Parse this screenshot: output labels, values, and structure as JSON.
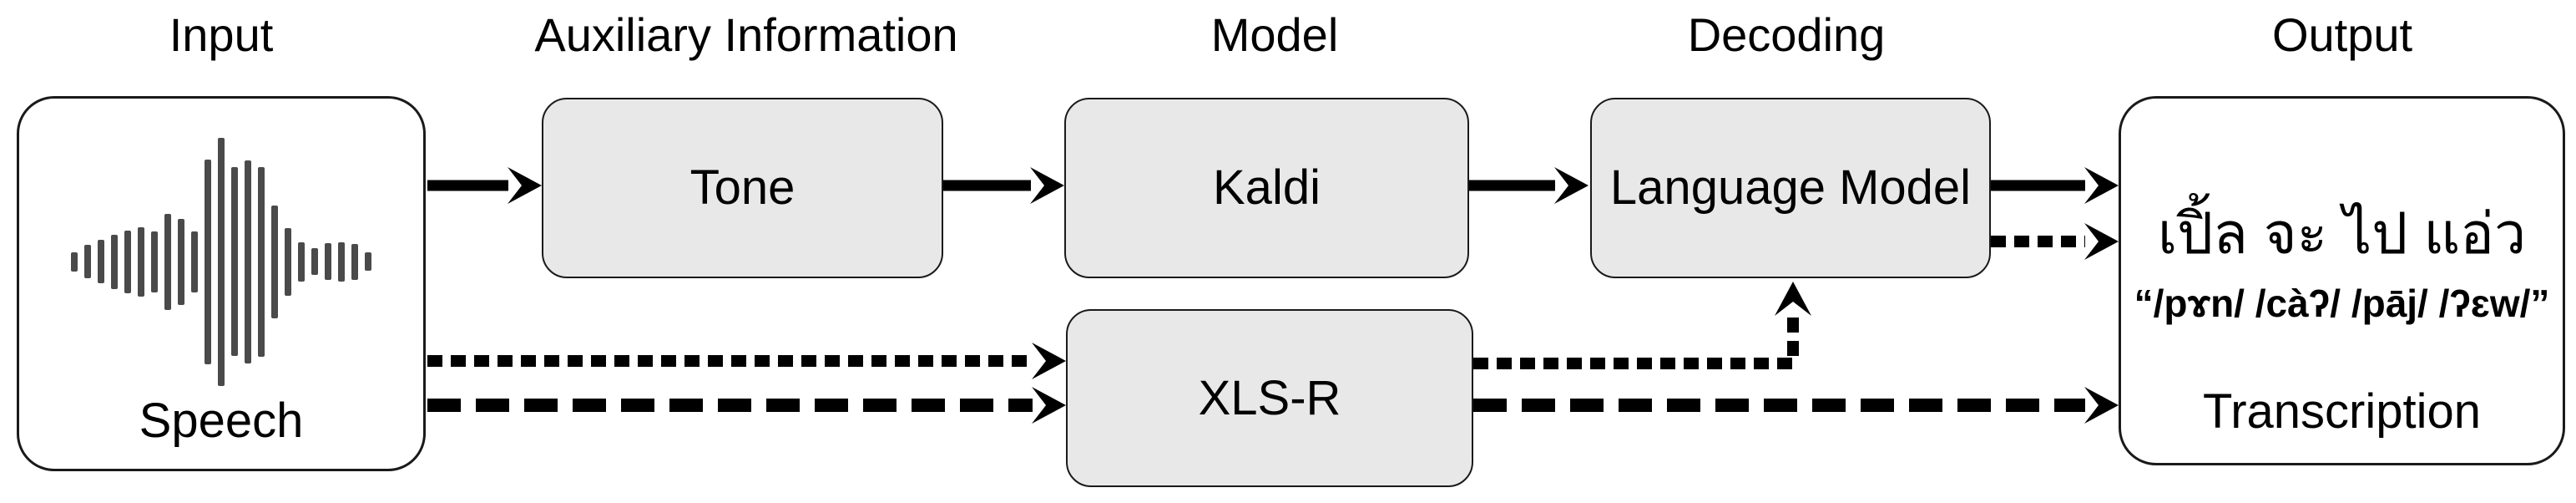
{
  "headings": [
    {
      "id": "input",
      "label": "Input"
    },
    {
      "id": "auxiliary-information",
      "label": "Auxiliary Information"
    },
    {
      "id": "model",
      "label": "Model"
    },
    {
      "id": "decoding",
      "label": "Decoding"
    },
    {
      "id": "output",
      "label": "Output"
    }
  ],
  "nodes": {
    "speech": {
      "label": "Speech",
      "icon": "waveform-icon"
    },
    "tone": {
      "label": "Tone"
    },
    "kaldi": {
      "label": "Kaldi"
    },
    "language_model": {
      "label": "Language Model"
    },
    "xlsr": {
      "label": "XLS-R"
    },
    "output": {
      "thai_text": "เปิ้ล จะ ไป แอ่ว",
      "ipa_text": "“/pɤn/ /càʔ/ /pāj/ /ʔɛw/”",
      "label": "Transcription"
    }
  },
  "arrows": [
    {
      "name": "arrow-speech-to-tone",
      "from": "speech",
      "to": "tone",
      "style": "solid"
    },
    {
      "name": "arrow-tone-to-kaldi",
      "from": "tone",
      "to": "kaldi",
      "style": "solid"
    },
    {
      "name": "arrow-kaldi-to-languagemodel",
      "from": "kaldi",
      "to": "language_model",
      "style": "solid"
    },
    {
      "name": "arrow-languagemodel-to-output-solid",
      "from": "language_model",
      "to": "output",
      "style": "solid"
    },
    {
      "name": "arrow-languagemodel-to-output-dotted",
      "from": "language_model",
      "to": "output",
      "style": "dotted"
    },
    {
      "name": "arrow-speech-to-xlsr-dotted",
      "from": "speech",
      "to": "xlsr",
      "style": "dotted"
    },
    {
      "name": "arrow-speech-to-xlsr-dashed",
      "from": "speech",
      "to": "xlsr",
      "style": "dashed"
    },
    {
      "name": "arrow-xlsr-to-languagemodel-dotted",
      "from": "xlsr",
      "to": "language_model",
      "style": "dotted-elbow-up"
    },
    {
      "name": "arrow-xlsr-to-output-dashed",
      "from": "xlsr",
      "to": "output",
      "style": "dashed"
    }
  ],
  "colors": {
    "background": "#ffffff",
    "box_fill": "#e8e8e8",
    "box_border": "#1a1a1a",
    "arrow": "#000000",
    "waveform": "#4a4a4a"
  }
}
